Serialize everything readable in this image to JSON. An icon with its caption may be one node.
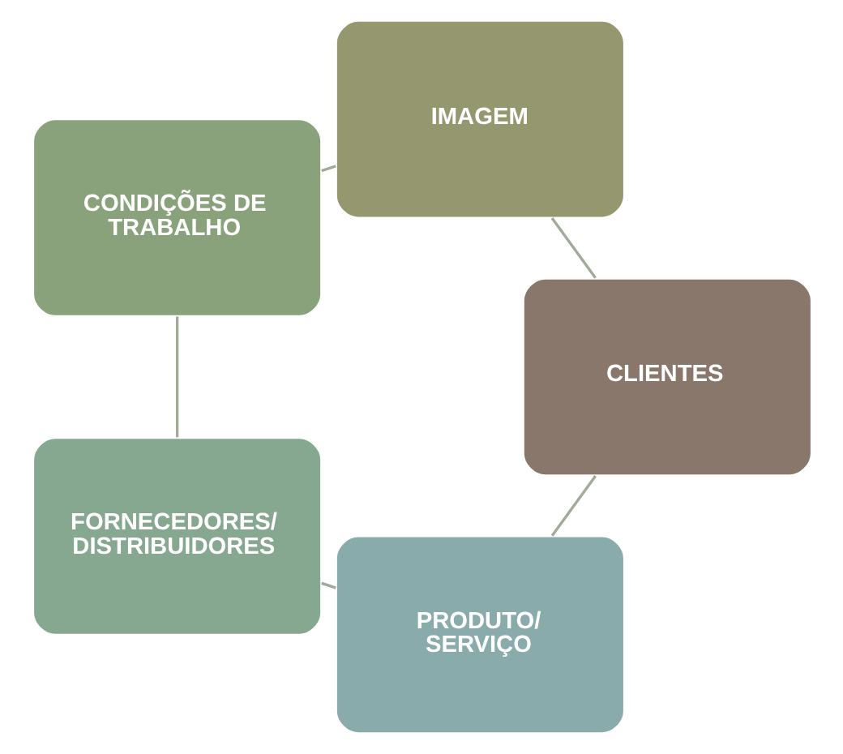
{
  "diagram": {
    "nodes": [
      {
        "text": [
          "PRODUTO/ SERVIÇO"
        ]
      },
      {
        "text": [
          "FORNECEDORES/ DISTRIBUIDORES"
        ]
      },
      {
        "text": [
          "CONDIÇÕES DE TRABALHO"
        ]
      },
      {
        "text": [
          "IMAGEM"
        ]
      },
      {
        "text": [
          "CLIENTES"
        ]
      }
    ],
    "edges": [
      {
        "from": 0,
        "to": 1,
        "arrow": "none"
      },
      {
        "from": 1,
        "to": 2,
        "arrow": "none"
      },
      {
        "from": 2,
        "to": 3,
        "arrow": "none"
      },
      {
        "from": 3,
        "to": 4,
        "arrow": "none"
      },
      {
        "from": 4,
        "to": 0,
        "arrow": "none"
      }
    ]
  }
}
